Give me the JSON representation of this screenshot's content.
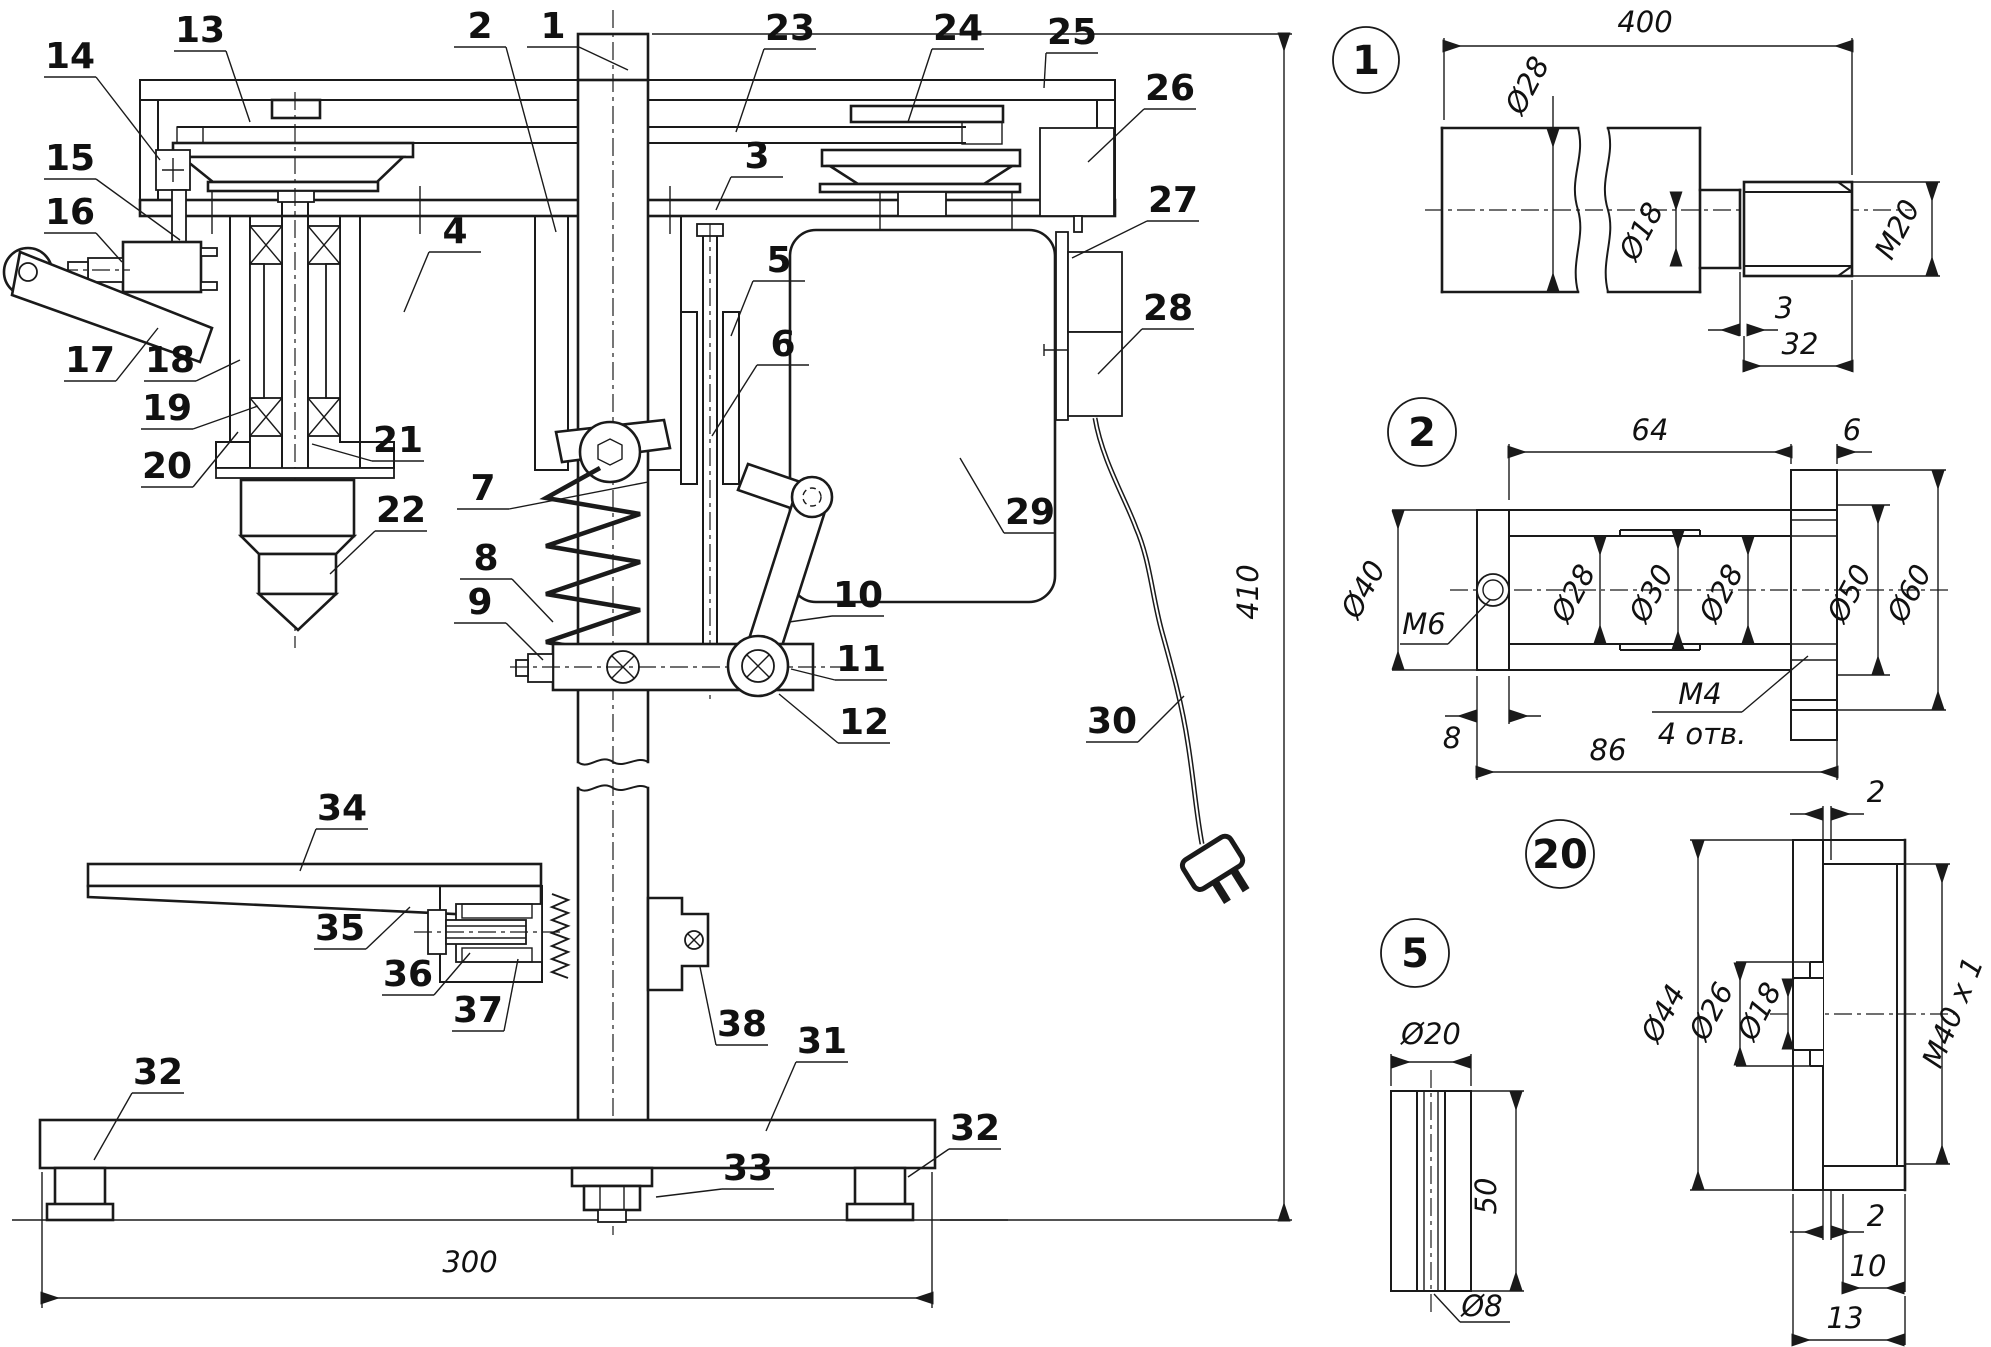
{
  "drawing": {
    "title_hint": "bench drill press assembly drawing",
    "callouts": [
      "1",
      "2",
      "3",
      "4",
      "5",
      "6",
      "7",
      "8",
      "9",
      "10",
      "11",
      "12",
      "13",
      "14",
      "15",
      "16",
      "17",
      "18",
      "19",
      "20",
      "21",
      "22",
      "23",
      "24",
      "25",
      "26",
      "27",
      "28",
      "29",
      "30",
      "31",
      "32",
      "32",
      "33",
      "34",
      "35",
      "36",
      "37",
      "38"
    ]
  },
  "main_dims": {
    "height": "410",
    "width": "300"
  },
  "details": {
    "d1": {
      "badge": "1",
      "len": "400",
      "dia1": "Ø28",
      "dia2": "Ø18",
      "thread": "M20",
      "groove": "3",
      "thread_len": "32"
    },
    "d2": {
      "badge": "2",
      "len_body": "64",
      "flange_t": "6",
      "outer": "Ø40",
      "radial": "M6",
      "bore_l": "Ø28",
      "bore_m": "Ø30",
      "bore_r": "Ø28",
      "bc": "Ø50",
      "flange_od": "Ø60",
      "cap_t": "8",
      "total": "86",
      "hole_thread": "M4",
      "hole_count": "4 отв."
    },
    "d20": {
      "badge": "20",
      "lip": "2",
      "outer": "Ø44",
      "cbore": "Ø26",
      "bore": "Ø18",
      "thread": "M40 x 1",
      "wall": "2",
      "depth": "10",
      "width": "13"
    },
    "d5": {
      "badge": "5",
      "outer": "Ø20",
      "length": "50",
      "bore": "Ø8"
    }
  }
}
